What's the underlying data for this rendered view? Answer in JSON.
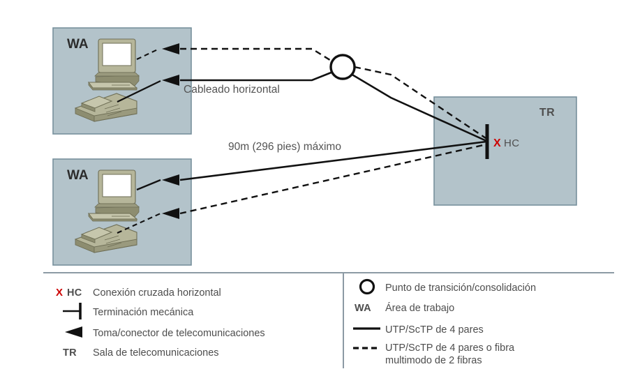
{
  "diagram": {
    "title": "Cableado horizontal",
    "colors": {
      "area_fill": "#b3c3ca",
      "area_stroke": "#77909c",
      "line": "#111111",
      "accent_red": "#cc0000",
      "text": "#4d4d4d",
      "device_body": "#a9a98c",
      "device_light": "#c9c9ae",
      "device_dark": "#7e7e63",
      "screen": "#ffffff",
      "divider": "#8c9aa4"
    },
    "work_areas": [
      {
        "id": "wa-top",
        "label": "WA",
        "devices": [
          "computer",
          "telephone"
        ],
        "computer_link": "dashed",
        "telephone_link": "solid"
      },
      {
        "id": "wa-bottom",
        "label": "WA",
        "devices": [
          "computer",
          "telephone"
        ],
        "computer_link": "solid",
        "telephone_link": "dashed"
      }
    ],
    "telecom_room": {
      "id": "tr",
      "label": "TR",
      "cross_connect_mark": "X",
      "cross_connect_label": "HC"
    },
    "transition_point": {
      "id": "cp",
      "shape": "circle"
    },
    "annotations": [
      {
        "id": "cableado-horizontal",
        "text": "Cableado horizontal"
      },
      {
        "id": "distancia-maxima",
        "text": "90m (296 pies) máximo"
      }
    ]
  },
  "legend": {
    "left": [
      {
        "icon": "red-x-hc",
        "tag": "HC",
        "mark": "X",
        "text": "Conexión cruzada horizontal"
      },
      {
        "icon": "mechanical-termination",
        "tag": "",
        "mark": "",
        "text": "Terminación mecánica"
      },
      {
        "icon": "telecom-outlet-connector",
        "tag": "",
        "mark": "",
        "text": "Toma/conector de telecomunicaciones"
      },
      {
        "icon": "tr-tag",
        "tag": "TR",
        "mark": "",
        "text": "Sala de telecomunicaciones"
      }
    ],
    "right": [
      {
        "icon": "circle-outline",
        "tag": "",
        "text": "Punto de transición/consolidación"
      },
      {
        "icon": "wa-tag",
        "tag": "WA",
        "text": "Área de trabajo"
      },
      {
        "icon": "solid-line",
        "tag": "",
        "text": "UTP/ScTP de 4 pares"
      },
      {
        "icon": "dashed-line",
        "tag": "",
        "text": "UTP/ScTP de 4 pares o fibra",
        "text2": "multimodo de 2 fibras"
      }
    ]
  }
}
